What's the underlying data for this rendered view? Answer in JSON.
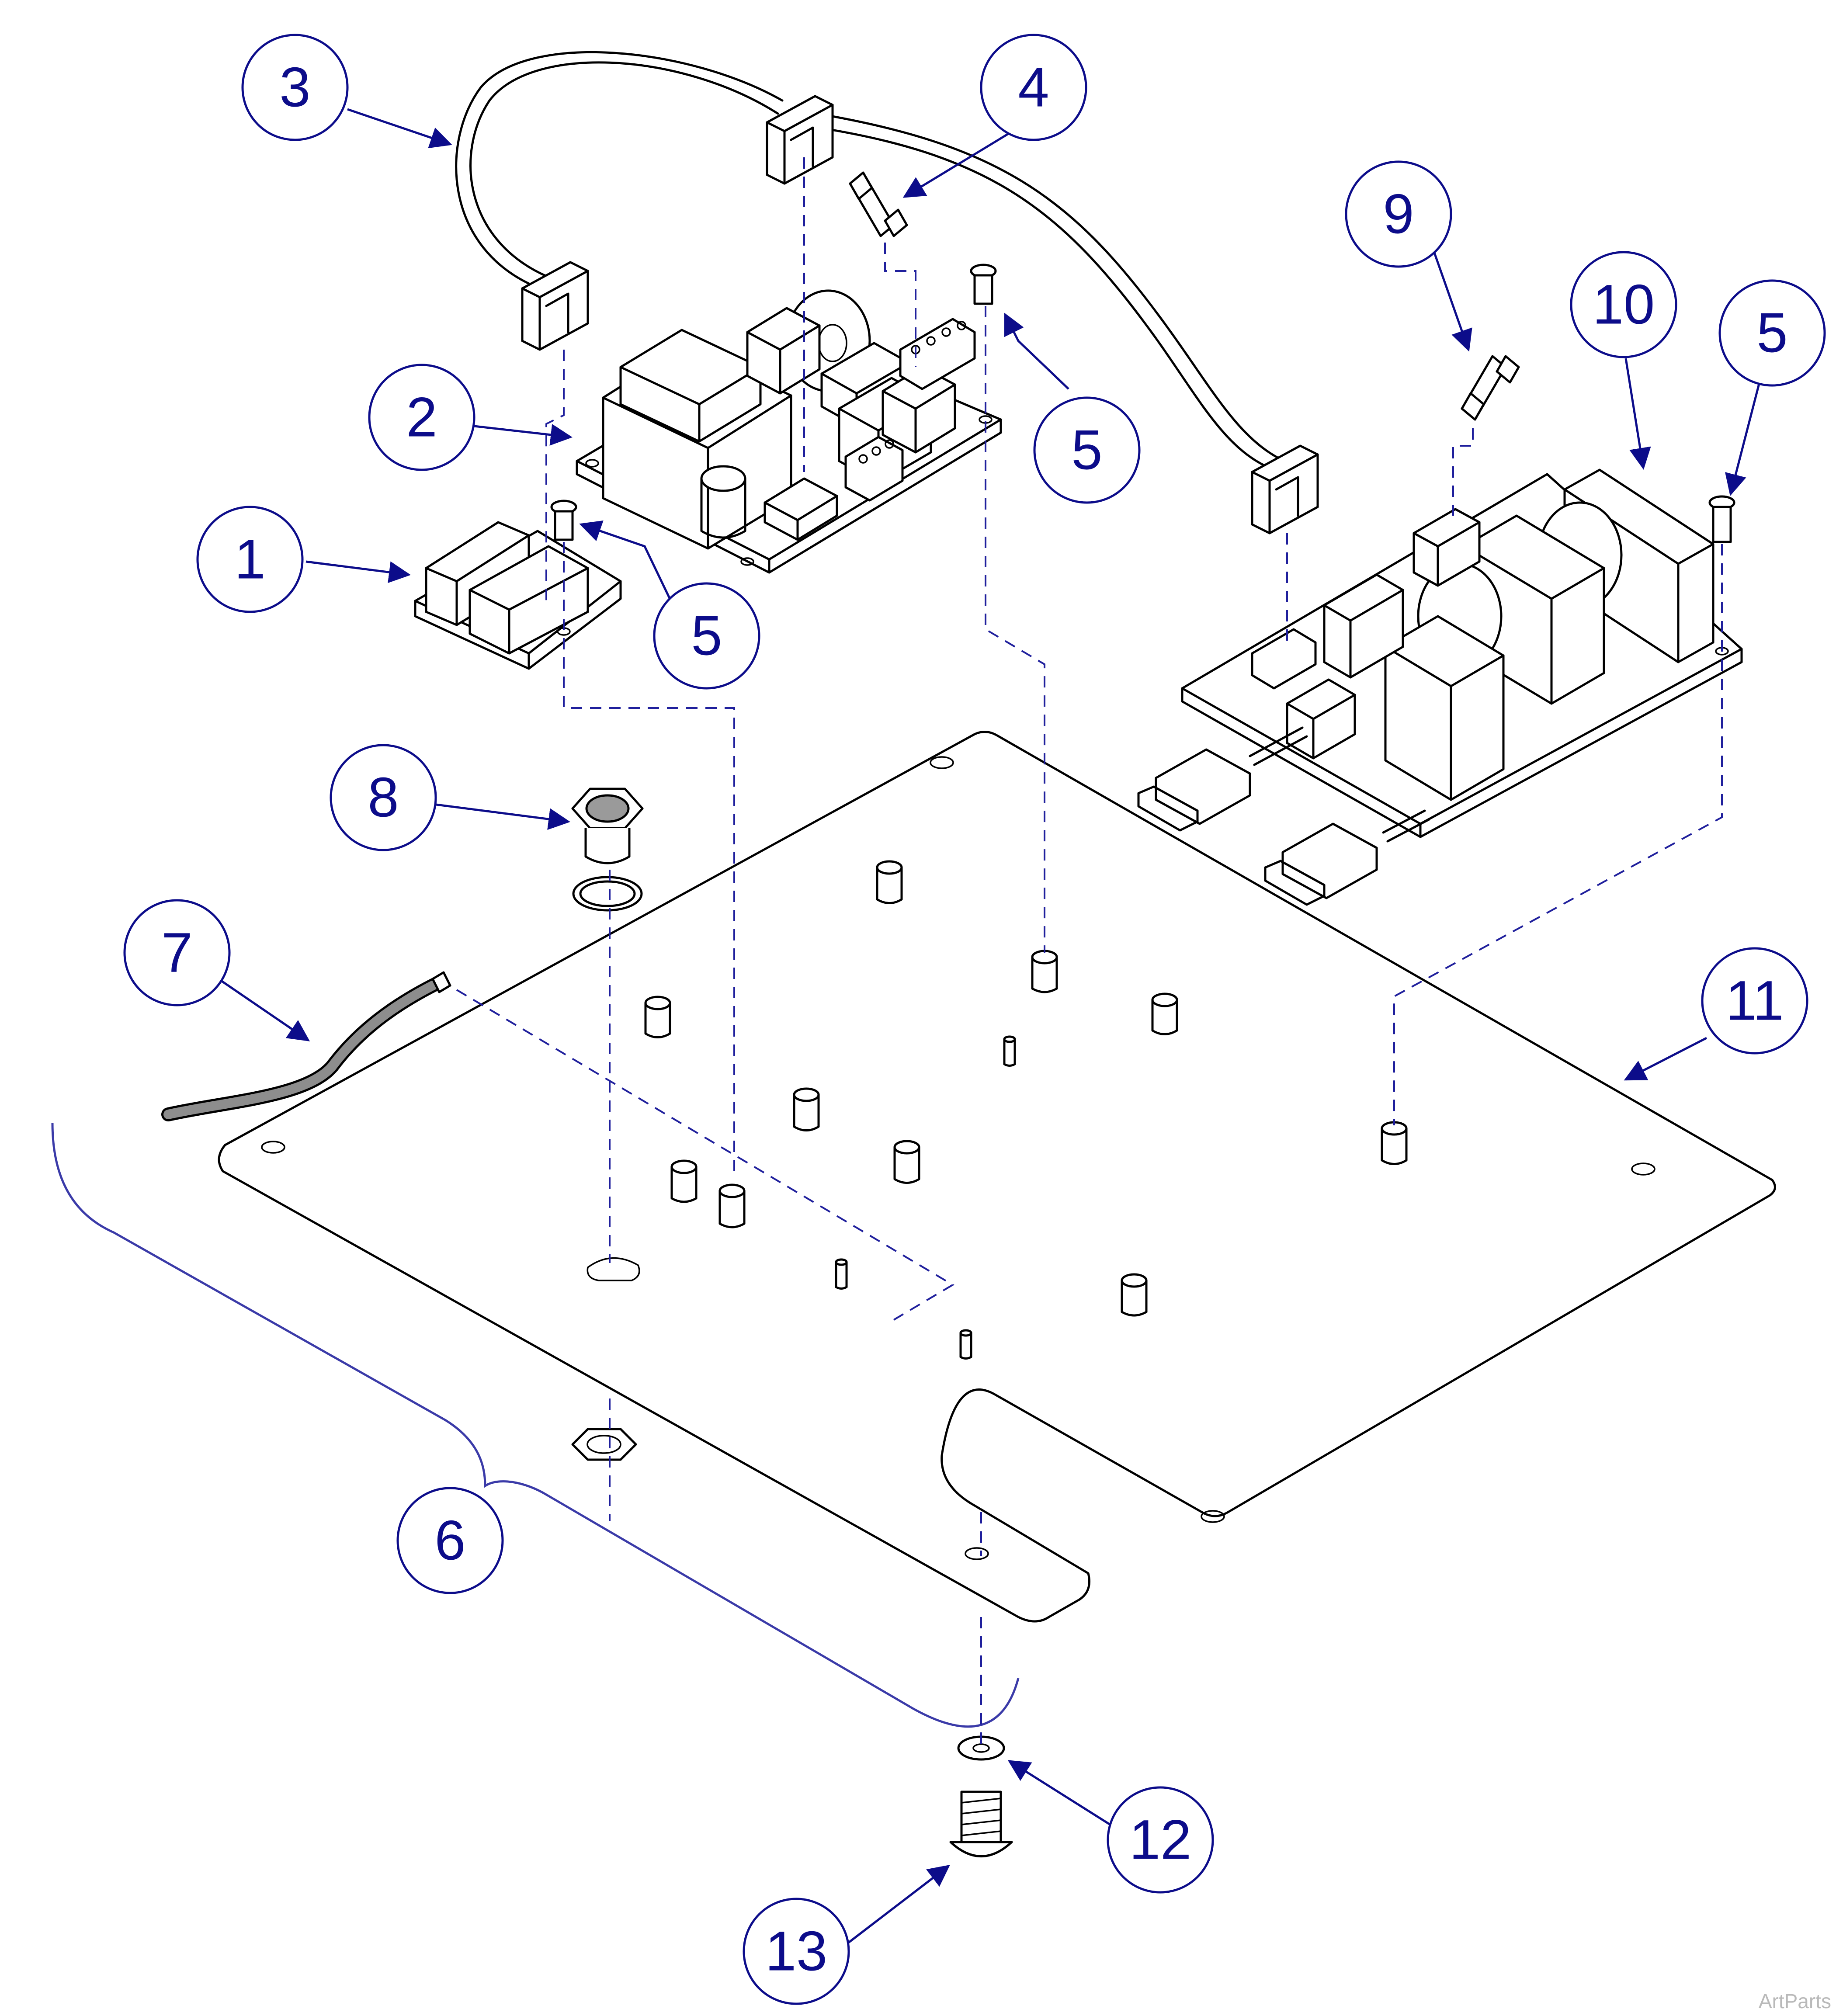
{
  "callouts": [
    {
      "id": "c1",
      "label": "1"
    },
    {
      "id": "c2",
      "label": "2"
    },
    {
      "id": "c3",
      "label": "3"
    },
    {
      "id": "c4",
      "label": "4"
    },
    {
      "id": "c5a",
      "label": "5"
    },
    {
      "id": "c5b",
      "label": "5"
    },
    {
      "id": "c5c",
      "label": "5"
    },
    {
      "id": "c6",
      "label": "6"
    },
    {
      "id": "c7",
      "label": "7"
    },
    {
      "id": "c8",
      "label": "8"
    },
    {
      "id": "c9",
      "label": "9"
    },
    {
      "id": "c10",
      "label": "10"
    },
    {
      "id": "c11",
      "label": "11"
    },
    {
      "id": "c12",
      "label": "12"
    },
    {
      "id": "c13",
      "label": "13"
    }
  ],
  "watermark": "ArtParts",
  "colors": {
    "callout": "#0c0c8a",
    "line": "#000000",
    "dashed": "#1f1f9c",
    "watermark": "#b9b9b9"
  }
}
